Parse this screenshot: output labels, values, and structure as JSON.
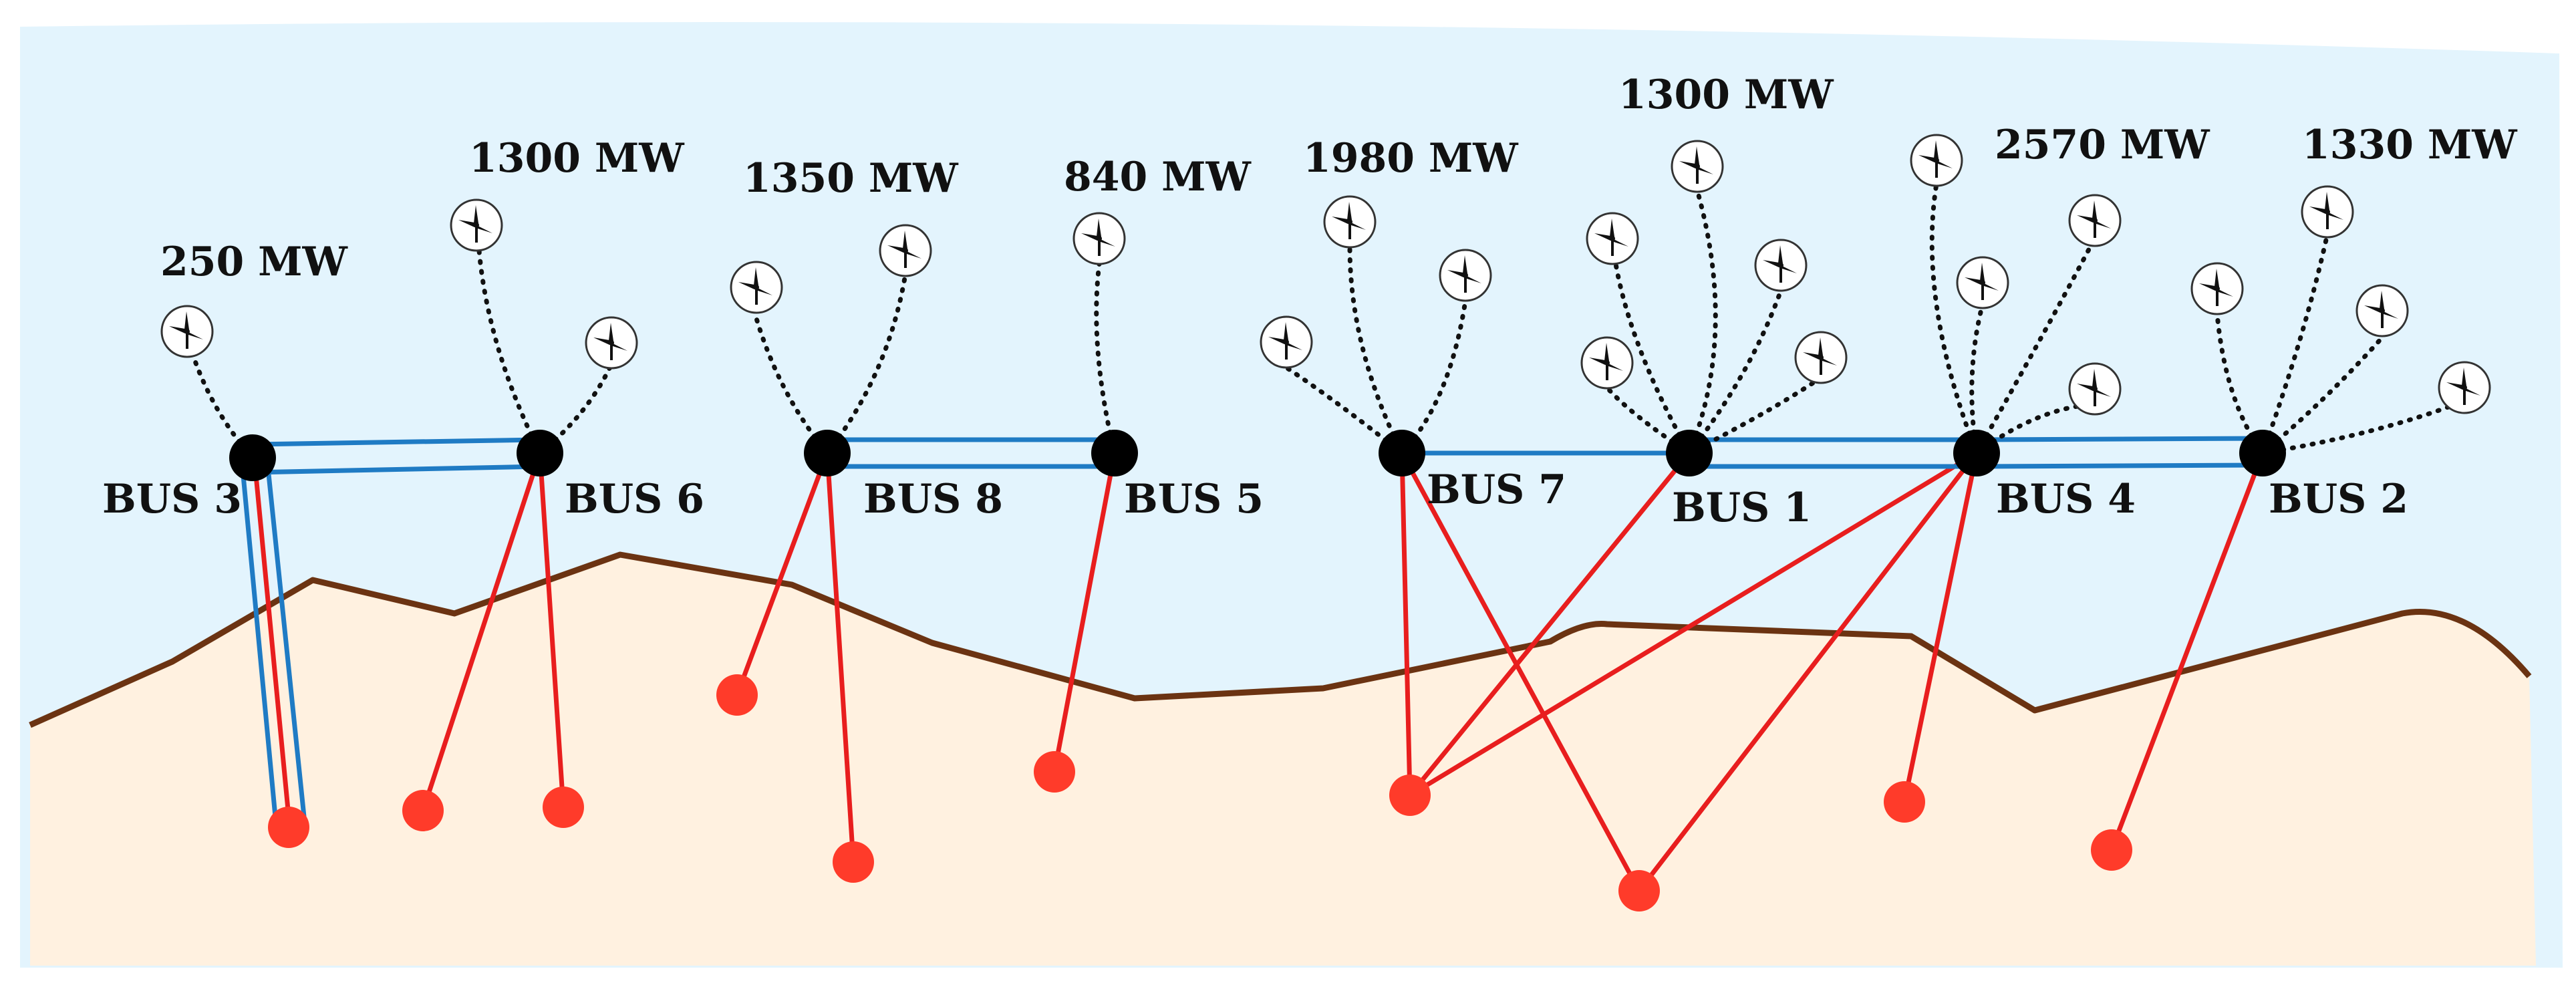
{
  "colors": {
    "sea": "#E3F4FD",
    "land": "#FFF1E0",
    "coastline": "#6B3312",
    "hvdc_link": "#1F7BC4",
    "onshore_link": "#E81E1E",
    "onshore_node": "#FF3B2A",
    "bus": "#000000",
    "cable": "#111111"
  },
  "icons": {
    "turbine": "wind-turbine-icon",
    "bus": "bus-node",
    "onshore": "onshore-connection-point"
  },
  "capacities": {
    "bus3": "250 MW",
    "bus6": "1300 MW",
    "bus8": "1350 MW",
    "bus5": "840 MW",
    "bus7": "1980 MW",
    "bus1": "1300 MW",
    "bus4": "2570 MW",
    "bus2": "1330 MW"
  },
  "buses": {
    "bus3": "BUS 3",
    "bus6": "BUS 6",
    "bus8": "BUS 8",
    "bus5": "BUS 5",
    "bus7": "BUS 7",
    "bus1": "BUS 1",
    "bus4": "BUS 4",
    "bus2": "BUS 2"
  }
}
